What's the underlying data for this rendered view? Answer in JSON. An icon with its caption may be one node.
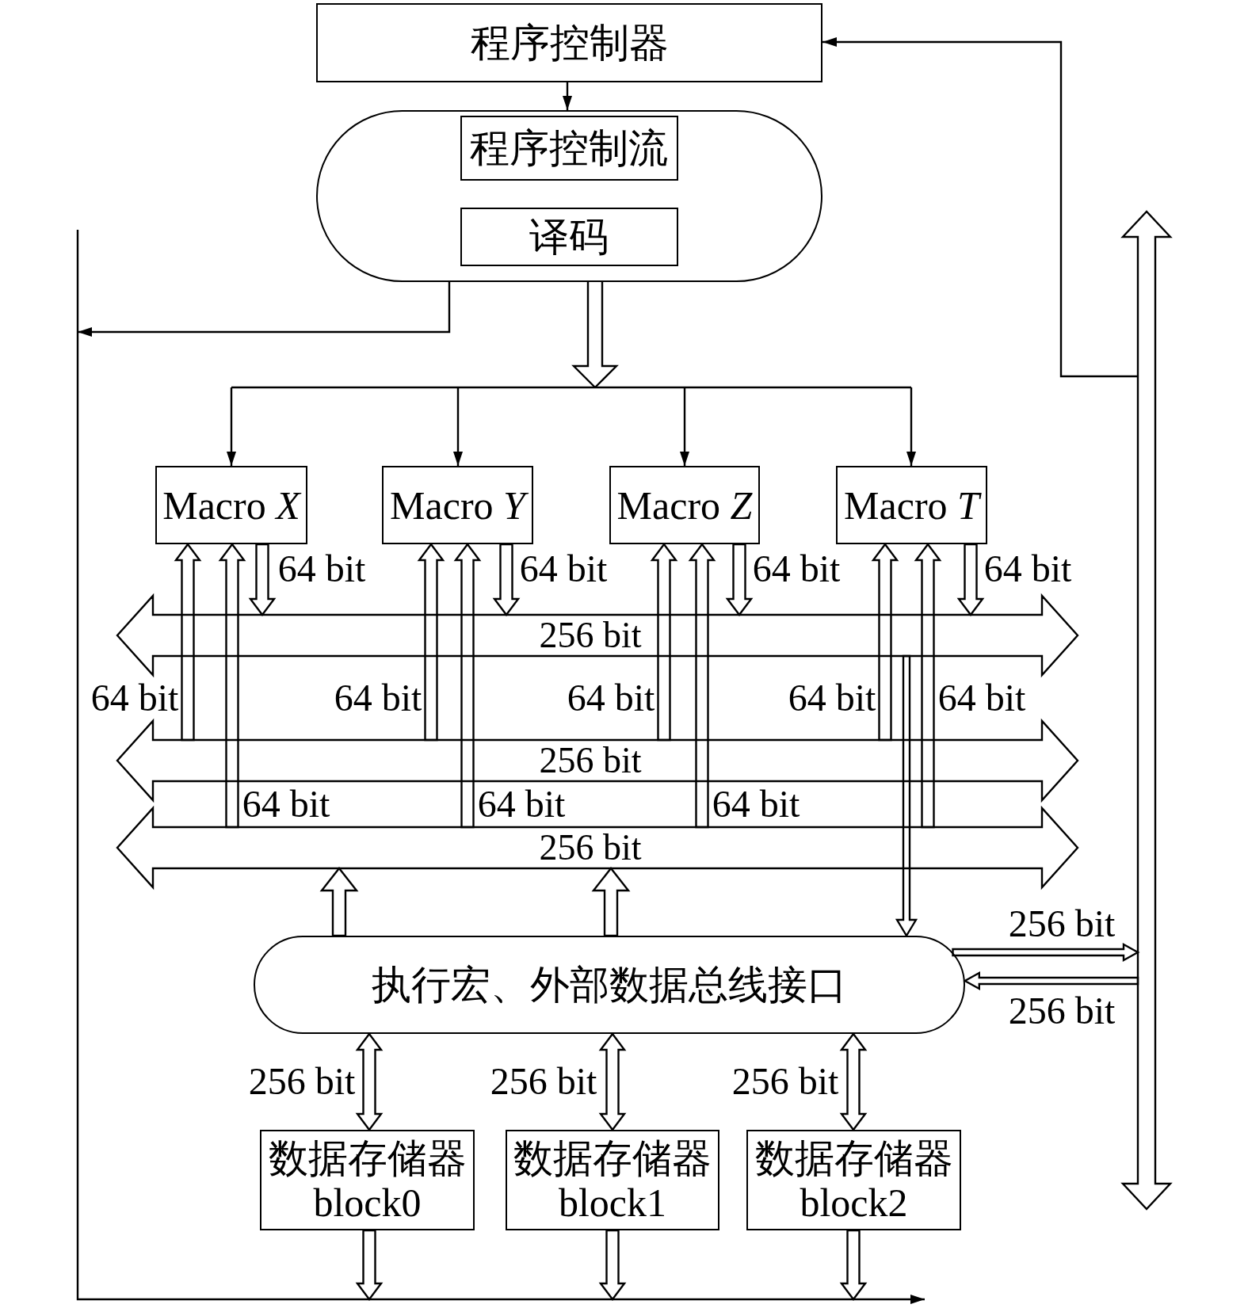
{
  "diagram": {
    "nodes": [
      {
        "text": [
          "程序控制器"
        ]
      },
      {
        "text": [],
        "shape": "capsule"
      },
      {
        "text": [
          "程序控制流"
        ],
        "in": 1
      },
      {
        "text": [
          "译码"
        ],
        "in": 1
      },
      {
        "text": [
          "Macro *X*"
        ]
      },
      {
        "text": [
          "Macro *Y*"
        ]
      },
      {
        "text": [
          "Macro *Z*"
        ]
      },
      {
        "text": [
          "Macro *T*"
        ]
      },
      {
        "text": [
          "256 bit"
        ]
      },
      {
        "text": [
          "256 bit"
        ]
      },
      {
        "text": [
          "256 bit"
        ]
      },
      {
        "text": [
          "执行宏、外部数据总线接口"
        ]
      },
      {
        "text": [
          "数据存储器 block0"
        ]
      },
      {
        "text": [
          "数据存储器 block1"
        ]
      },
      {
        "text": [
          "数据存储器 block2"
        ]
      },
      {
        "text": [],
        "shape": "arrow"
      }
    ],
    "edges": [
      {
        "from": 0,
        "to": 1,
        "arrow": "to"
      },
      {
        "from": 1,
        "to": null,
        "arrow": "to"
      },
      {
        "from": 1,
        "to": 4,
        "arrow": "to"
      },
      {
        "from": 1,
        "to": 5,
        "arrow": "to"
      },
      {
        "from": 1,
        "to": 6,
        "arrow": "to"
      },
      {
        "from": 1,
        "to": 7,
        "arrow": "to"
      },
      {
        "from": 9,
        "to": 4,
        "arrow": "to",
        "label": "64 bit",
        "style": "thick"
      },
      {
        "from": 10,
        "to": 4,
        "arrow": "to",
        "label": "64 bit",
        "style": "thick"
      },
      {
        "from": 4,
        "to": 8,
        "arrow": "to",
        "label": "64 bit",
        "style": "thick"
      },
      {
        "from": 9,
        "to": 5,
        "arrow": "to",
        "label": "64 bit",
        "style": "thick"
      },
      {
        "from": 10,
        "to": 5,
        "arrow": "to",
        "label": "64 bit",
        "style": "thick"
      },
      {
        "from": 5,
        "to": 8,
        "arrow": "to",
        "label": "64 bit",
        "style": "thick"
      },
      {
        "from": 9,
        "to": 6,
        "arrow": "to",
        "label": "64 bit",
        "style": "thick"
      },
      {
        "from": 10,
        "to": 6,
        "arrow": "to",
        "label": "64 bit",
        "style": "thick"
      },
      {
        "from": 6,
        "to": 8,
        "arrow": "to",
        "label": "64 bit",
        "style": "thick"
      },
      {
        "from": 9,
        "to": 7,
        "arrow": "to",
        "label": "64 bit",
        "style": "thick"
      },
      {
        "from": 10,
        "to": 7,
        "arrow": "to",
        "label": "64 bit",
        "style": "thick"
      },
      {
        "from": 7,
        "to": 8,
        "arrow": "to",
        "label": "64 bit",
        "style": "thick"
      },
      {
        "from": 8,
        "to": 11,
        "arrow": "to",
        "style": "thick"
      },
      {
        "from": 11,
        "to": 10,
        "arrow": "to",
        "style": "thick"
      },
      {
        "from": 11,
        "to": 10,
        "arrow": "to",
        "style": "thick"
      },
      {
        "from": 11,
        "to": 15,
        "arrow": "to",
        "label": "256 bit",
        "style": "thick"
      },
      {
        "from": 15,
        "to": 11,
        "arrow": "to",
        "label": "256 bit",
        "style": "thick"
      },
      {
        "from": 11,
        "to": 12,
        "arrow": "both",
        "label": "256 bit",
        "style": "thick"
      },
      {
        "from": 11,
        "to": 13,
        "arrow": "both",
        "label": "256 bit",
        "style": "thick"
      },
      {
        "from": 11,
        "to": 14,
        "arrow": "both",
        "label": "256 bit",
        "style": "thick"
      },
      {
        "from": 12,
        "to": null,
        "arrow": "to",
        "style": "thick"
      },
      {
        "from": 13,
        "to": null,
        "arrow": "to",
        "style": "thick"
      },
      {
        "from": 14,
        "to": null,
        "arrow": "to",
        "style": "thick"
      },
      {
        "from": 15,
        "to": 0,
        "arrow": "to"
      }
    ]
  }
}
